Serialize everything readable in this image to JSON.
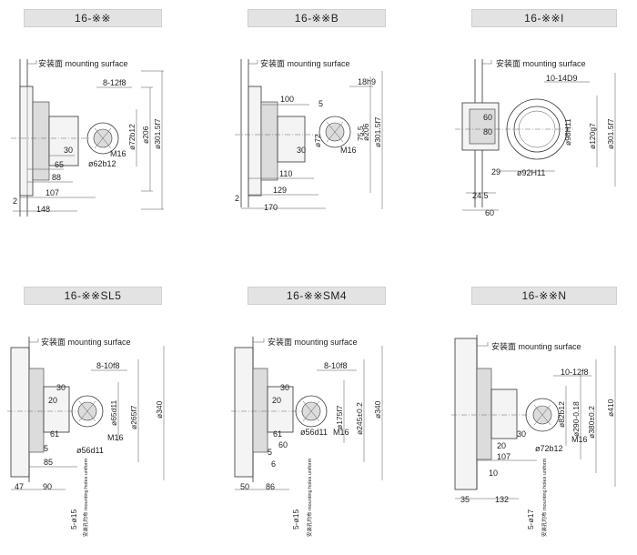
{
  "watermark_text": "",
  "colors": {
    "title_bg": "#e3e3e3",
    "line": "#333333",
    "background": "#ffffff"
  },
  "panels": [
    {
      "title": "16-※※",
      "mount_label": "安装面 mounting surface",
      "dims": {
        "keyway": "8-12f8",
        "d1": "ø72b12",
        "d2": "ø206",
        "d3": "ø301.5f7",
        "spline": "ø62b12",
        "screw": "M16",
        "a": "30",
        "b": "65",
        "c": "88",
        "d": "107",
        "e": "148",
        "f": "2"
      }
    },
    {
      "title": "16-※※B",
      "mount_label": "安装面 mounting surface",
      "dims": {
        "key": "18h9",
        "a": "100",
        "b": "5",
        "d1": "ø72",
        "d2": "75.5",
        "d3": "ø206",
        "d4": "ø301.5f7",
        "c": "30",
        "screw": "M16",
        "e": "110",
        "f": "129",
        "g": "170",
        "h": "2"
      }
    },
    {
      "title": "16-※※I",
      "mount_label": "安装面 mounting surface",
      "dims": {
        "spline": "10-14D9",
        "a": "60",
        "b": "80",
        "d1": "ø98H11",
        "d2": "ø120g7",
        "d3": "ø301.5f7",
        "c": "29",
        "d4": "ø92H11",
        "e": "24.5",
        "f": "60"
      }
    },
    {
      "title": "16-※※SL5",
      "mount_label": "安装面 mounting surface",
      "dims": {
        "keyway": "8-10f8",
        "a": "30",
        "b": "20",
        "d1": "ø65d11",
        "d2": "ø265f7",
        "d3": "ø340",
        "c": "61",
        "screw": "M16",
        "d": "5",
        "e": "85",
        "spline": "ø56d11",
        "f": "47",
        "g": "90",
        "holes": "5-ø15",
        "holes_note": "安装孔均布 mounting holes uniform"
      }
    },
    {
      "title": "16-※※SM4",
      "mount_label": "安装面 mounting surface",
      "dims": {
        "keyway": "8-10f8",
        "a": "30",
        "b": "20",
        "d1": "ø56d11",
        "d2": "ø175f7",
        "d3": "ø245±0.2",
        "d4": "ø340",
        "c": "61",
        "screw": "M16",
        "d": "5",
        "e": "6",
        "f": "60",
        "g": "50",
        "h": "86",
        "holes": "5-ø15",
        "holes_note": "安装孔均布 mounting holes uniform"
      }
    },
    {
      "title": "16-※※N",
      "mount_label": "安装面 mounting surface",
      "dims": {
        "keyway": "10-12f8",
        "d1": "ø82b12",
        "d2": "ø290-0.18",
        "d3": "ø380±0.2",
        "d4": "ø410",
        "a": "30",
        "b": "20",
        "screw": "M16",
        "c": "107",
        "d": "ø72b12",
        "e": "10",
        "f": "35",
        "g": "132",
        "holes": "5-ø17",
        "holes_note": "安装孔均布 mounting holes uniform"
      }
    }
  ]
}
